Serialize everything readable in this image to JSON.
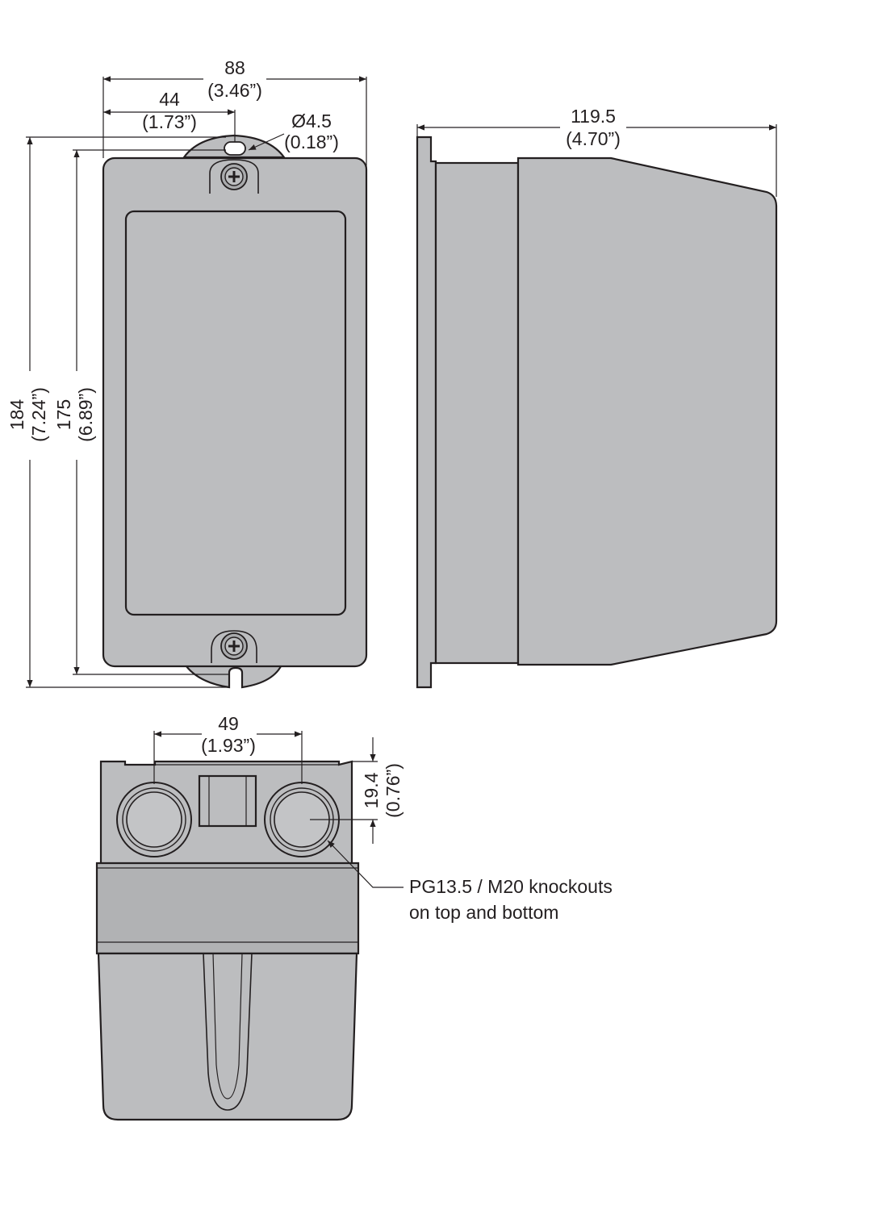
{
  "dimensions": {
    "front_width": {
      "mm": "88",
      "inch": "(3.46”)"
    },
    "front_half_width": {
      "mm": "44",
      "inch": "(1.73”)"
    },
    "hole_diameter": {
      "mm": "Ø4.5",
      "inch": "(0.18”)"
    },
    "side_depth": {
      "mm": "119.5",
      "inch": "(4.70”)"
    },
    "overall_height": {
      "mm": "184",
      "inch": "(7.24”)"
    },
    "mount_height": {
      "mm": "175",
      "inch": "(6.89”)"
    },
    "knockout_spacing": {
      "mm": "49",
      "inch": "(1.93”)"
    },
    "knockout_offset": {
      "mm": "19.4",
      "inch": "(0.76”)"
    }
  },
  "callout": {
    "line1": "PG13.5 / M20 knockouts",
    "line2": "on top and bottom"
  },
  "colors": {
    "body_fill": "#bcbdbf",
    "outline": "#231f20",
    "background": "#ffffff"
  }
}
